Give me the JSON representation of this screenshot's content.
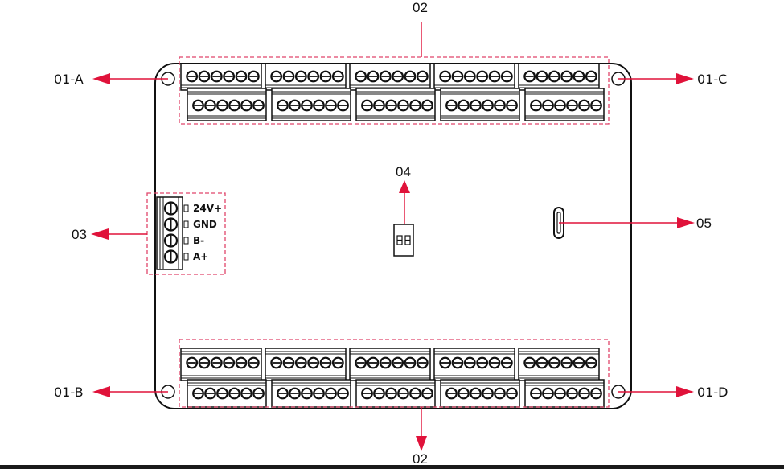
{
  "diagram": {
    "colors": {
      "outline": "#111111",
      "callout": "#e0123a",
      "highlight_box": "#e0456a",
      "bottom_bar": "#1a1a1a"
    },
    "callouts": {
      "top_terminals": "02",
      "bottom_terminals": "02",
      "mount_top_left": "01-A",
      "mount_bottom_left": "01-B",
      "mount_top_right": "01-C",
      "mount_bottom_right": "01-D",
      "power_connector": "03",
      "dip_switch": "04",
      "usb_port": "05"
    },
    "power_connector_pins": [
      "24V+",
      "GND",
      "B-",
      "A+"
    ],
    "terminal_blocks": {
      "rows": 4,
      "blocks_per_row": 5,
      "screws_per_block": 6
    },
    "dip_switch_positions": 2
  }
}
